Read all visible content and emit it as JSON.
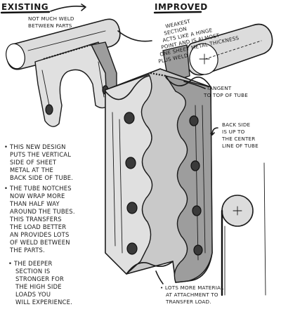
{
  "labels": {
    "existing": "EXISTING",
    "improved": "IMPROVED"
  },
  "notes": {
    "not_much_weld": [
      "NOT MUCH WELD",
      "BETWEEN PARTS"
    ],
    "weakest_section": [
      "WEAKEST",
      "SECTION",
      "ACTS LIKE A HINGE",
      "POINT AND IS ALMOST",
      "ONE SHEET METAL THICKNESS",
      "PLUS WELD"
    ],
    "tangent": [
      "TANGENT",
      "TO TOP OF TUBE"
    ],
    "back_side": [
      "BACK SIDE",
      "IS UP TO",
      "THE CENTER",
      "LINE OF TUBE"
    ],
    "new_design": [
      "• THIS NEW DESIGN",
      "PUTS THE VERTICAL",
      "SIDE OF SHEET",
      "METAL AT THE",
      "BACK SIDE OF TUBE."
    ],
    "tube_notches": [
      "• THE TUBE NOTCHES",
      "NOW WRAP MORE",
      "THAN HALF WAY",
      "AROUND THE TUBES.",
      "THIS TRANSFERS",
      "THE LOAD BETTER",
      "AN PROVIDES LOTS",
      "OF WELD BETWEEN",
      "THE PARTS."
    ],
    "deeper_section": [
      "• THE DEEPER",
      "SECTION IS",
      "STRONGER FOR",
      "THE HIGH SIDE",
      "LOADS YOU",
      "WILL EXPERIENCE."
    ],
    "lots_more_material": [
      "• LOTS MORE MATERIAL",
      "AT ATTACHMENT TO",
      "TRANSFER LOAD."
    ]
  }
}
